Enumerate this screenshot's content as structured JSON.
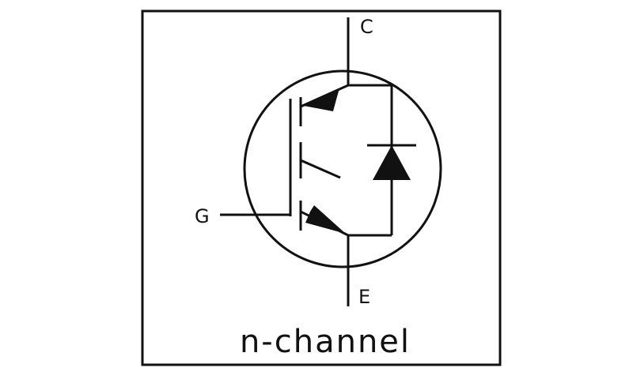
{
  "diagram": {
    "terminals": {
      "collector": "C",
      "gate": "G",
      "emitter": "E"
    },
    "caption": "n-channel",
    "colors": {
      "stroke": "#111111",
      "background": "#ffffff"
    }
  }
}
